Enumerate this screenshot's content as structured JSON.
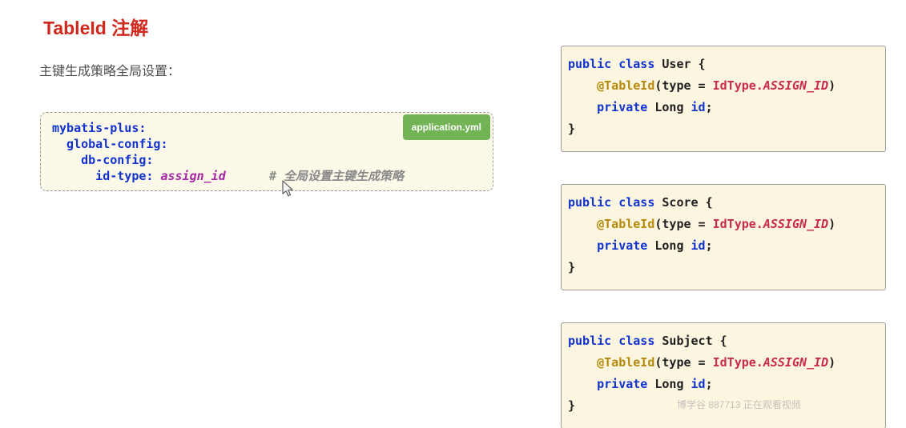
{
  "header": {
    "title": "TableId 注解",
    "subtitle": "主键生成策略全局设置："
  },
  "yaml_block": {
    "badge_label": "application.yml",
    "line1": "mybatis-plus:",
    "line2": "  global-config:",
    "line3": "    db-config:",
    "line4_key": "      id-type: ",
    "line4_value": "assign_id",
    "line4_gap": "      ",
    "line4_comment": "# 全局设置主键生成策略"
  },
  "java": {
    "keywords_line1": "public class ",
    "open_brace": " {",
    "indent": "    ",
    "annotation": "@TableId",
    "paren_type": "(type = ",
    "idtype_prefix": "IdType.",
    "idtype_value": "ASSIGN_ID",
    "paren_close": ")",
    "kw_private": "private",
    "type_long": " Long ",
    "field_name": "id",
    "semicolon": ";",
    "close_brace": "}"
  },
  "java_blocks": [
    {
      "class_name": "User"
    },
    {
      "class_name": "Score"
    },
    {
      "class_name": "Subject"
    }
  ],
  "watermark": "博学谷 887713 正在观看视频",
  "colors": {
    "title_red": "#d0281c",
    "code_keyword_blue": "#1032cf",
    "yaml_value_purple": "#a626a4",
    "comment_gray": "#8a8a8a",
    "annotation_gold": "#b5890a",
    "enum_red": "#ca2b4b",
    "badge_green": "#72b356",
    "code_background": "#fcf8e3"
  }
}
